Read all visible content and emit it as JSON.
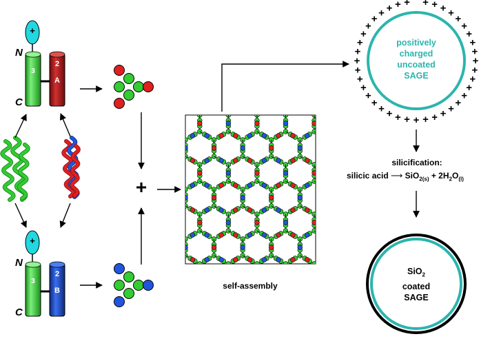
{
  "colors": {
    "green": "#33cc33",
    "red": "#e02020",
    "blue": "#2255dd",
    "cyan": "#22d8e0",
    "teal": "#2bb5ad",
    "dark_red": "#991515",
    "dark_green": "#1a8f1a",
    "dark_blue": "#123a9a",
    "black": "#000000"
  },
  "peptide_top": {
    "charge": "+",
    "n_label": "N",
    "c_label": "C",
    "left_number": "3",
    "right_label_line1": "2",
    "right_label_line2": "A"
  },
  "peptide_bottom": {
    "charge": "+",
    "n_label": "N",
    "c_label": "C",
    "left_number": "3",
    "right_label_line1": "2",
    "right_label_line2": "B"
  },
  "hubs": {
    "top": {
      "center": "green",
      "arm": "green",
      "tip": "red"
    },
    "bottom": {
      "center": "green",
      "arm": "green",
      "tip": "blue"
    }
  },
  "plus_sign": "+",
  "lattice_caption": "self-assembly",
  "uncoated": {
    "line1": "positively",
    "line2": "charged",
    "line3": "uncoated",
    "line4": "SAGE",
    "surface_charge": "+"
  },
  "silicification": {
    "title": "silicification:",
    "reactant": "silicic acid",
    "product1": "SiO",
    "product1_sub": "2(s)",
    "plus": "+ 2H",
    "product2_mid": "O",
    "product2_sub_h": "2",
    "product2_sub_state": "(l)"
  },
  "coated": {
    "line1": "SiO",
    "line1_sub": "2",
    "line2": "coated",
    "line3": "SAGE"
  }
}
